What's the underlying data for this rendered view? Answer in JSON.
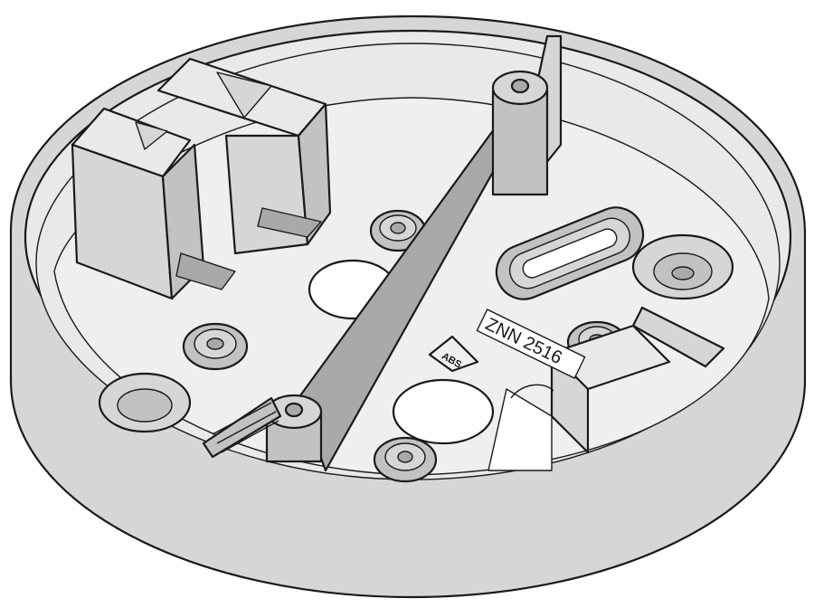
{
  "figure": {
    "type": "technical line drawing",
    "subject": "round surface-mount base / junction box (isometric view)",
    "background": "#ffffff",
    "fill_colors": {
      "light": "#e9e9e9",
      "medium": "#d6d6d6",
      "dark": "#c2c2c2",
      "darkest": "#a9a9a9",
      "outline": "#1a1a1a"
    }
  },
  "labels": {
    "part_number": "ZNN 2516",
    "material_code": "ABS"
  }
}
